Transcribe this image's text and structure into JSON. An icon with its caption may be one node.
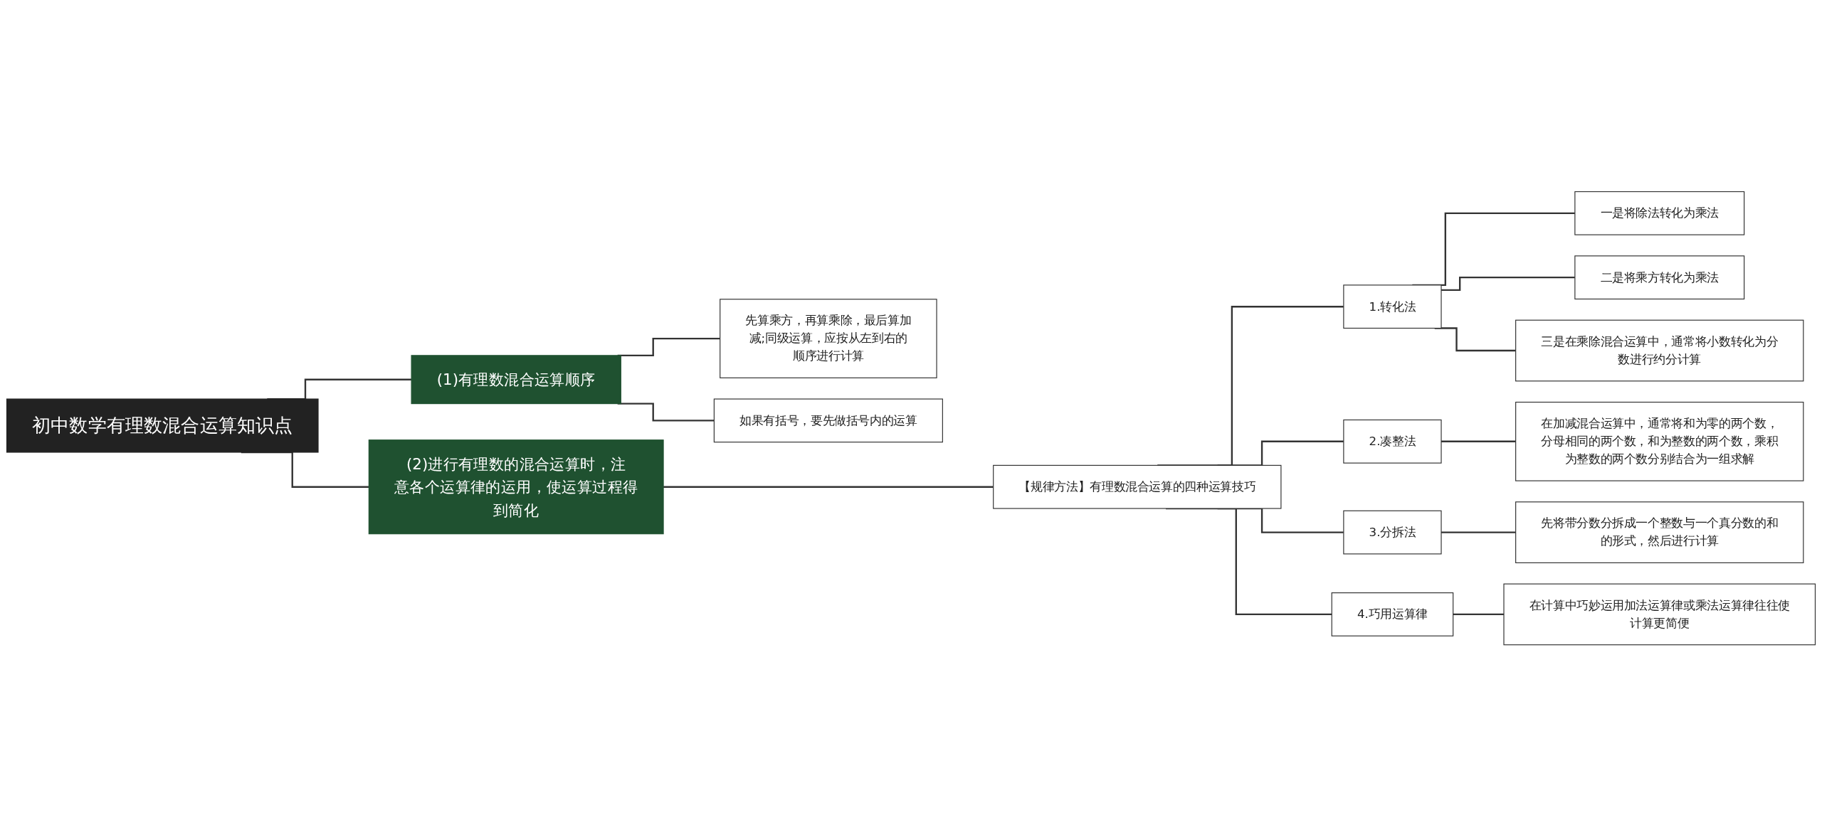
{
  "diagram": {
    "nodes": [
      {
        "text": [
          "初中数学有理数混合运算知识点"
        ]
      },
      {
        "text": [
          "(1)有理数混合运算顺序"
        ]
      },
      {
        "text": [
          "先算乘方，再算乘除，最后算加减;同级运算，应按从左到右的顺序进行计算"
        ]
      },
      {
        "text": [
          "如果有括号，要先做括号内的运算"
        ]
      },
      {
        "text": [
          "(2)进行有理数的混合运算时，注意各个运算律的运用，使运算过程得到简化"
        ]
      },
      {
        "text": [
          "【规律方法】有理数混合运算的四种运算技巧"
        ]
      },
      {
        "text": [
          "1.转化法"
        ]
      },
      {
        "text": [
          "一是将除法转化为乘法"
        ]
      },
      {
        "text": [
          "二是将乘方转化为乘法"
        ]
      },
      {
        "text": [
          "三是在乘除混合运算中，通常将小数转化为分数进行约分计算"
        ]
      },
      {
        "text": [
          "2.凑整法"
        ]
      },
      {
        "text": [
          "在加减混合运算中，通常将和为零的两个数，分母相同的两个数，和为整数的两个数，乘积为整数的两个数分别结合为一组求解"
        ]
      },
      {
        "text": [
          "3.分拆法"
        ]
      },
      {
        "text": [
          "先将带分数分拆成一个整数与一个真分数的和的形式，然后进行计算"
        ]
      },
      {
        "text": [
          "4.巧用运算律"
        ]
      },
      {
        "text": [
          "在计算中巧妙运用加法运算律或乘法运算律往往使计算更简便"
        ]
      }
    ],
    "edges": [
      {
        "from": 0,
        "to": 1,
        "arrow": "none"
      },
      {
        "from": 1,
        "to": 2,
        "arrow": "none"
      },
      {
        "from": 1,
        "to": 3,
        "arrow": "none"
      },
      {
        "from": 0,
        "to": 4,
        "arrow": "none"
      },
      {
        "from": 4,
        "to": 5,
        "arrow": "none"
      },
      {
        "from": 5,
        "to": 6,
        "arrow": "none"
      },
      {
        "from": 6,
        "to": 7,
        "arrow": "none"
      },
      {
        "from": 6,
        "to": 8,
        "arrow": "none"
      },
      {
        "from": 6,
        "to": 9,
        "arrow": "none"
      },
      {
        "from": 5,
        "to": 10,
        "arrow": "none"
      },
      {
        "from": 10,
        "to": 11,
        "arrow": "none"
      },
      {
        "from": 5,
        "to": 12,
        "arrow": "none"
      },
      {
        "from": 12,
        "to": 13,
        "arrow": "none"
      },
      {
        "from": 5,
        "to": 14,
        "arrow": "none"
      },
      {
        "from": 14,
        "to": 15,
        "arrow": "none"
      }
    ]
  }
}
